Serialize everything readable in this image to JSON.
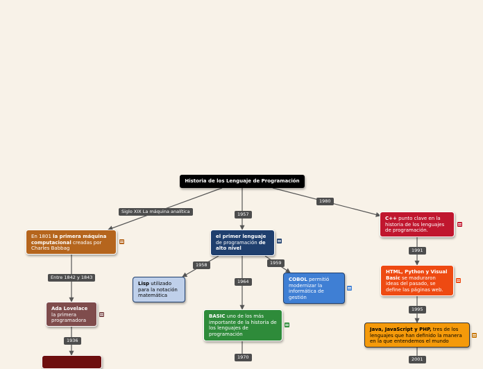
{
  "root": {
    "title": "Historia de los Lenguaje de Programación"
  },
  "labels": {
    "siglo": "Siglo XIX La máquina analítica",
    "y1957": "1957",
    "y1980": "1980",
    "y1842": "Entre 1842 y 1843",
    "y1936": "1936",
    "y1958": "1958",
    "y1964": "1964",
    "y1959": "1959",
    "y1970": "1970",
    "y1991": "1991",
    "y1995": "1995",
    "y2001": "2001"
  },
  "nodes": {
    "maquina": {
      "p1": "En 1801 ",
      "b1": "la primera máquina computacional",
      "p2": " creadas por Charles Babbag",
      "color": "#b5651d"
    },
    "lovelace": {
      "b1": "Ada Lovelace",
      "p1": "la primera programadora",
      "color": "#7f4c4c"
    },
    "alto": {
      "b1": "el primer lenguaje",
      "p1": " de programación ",
      "b2": "de alto nivel",
      "color": "#1f3f6e"
    },
    "lisp": {
      "b1": "Lisp",
      "p1": " utilizado para la notación matemática",
      "color": "#bfd0ea"
    },
    "basic": {
      "b1": "BASIC",
      "p1": " uno de los más importante de la historia de los lenguajes de programación",
      "color": "#2e8b3a"
    },
    "cobol": {
      "b1": "COBOL",
      "p1": " permitió modernizar la informática de gestión",
      "color": "#3f7fd4"
    },
    "cpp": {
      "b1": "C++",
      "p1": " punto clave en la historia de los lenguajes de programación.",
      "color": "#c0162e"
    },
    "html": {
      "b1": "HTML, Python y Visual Basic",
      "p1": " se maduraron ideas del pasado, se define las páginas web.",
      "color": "#ee4a12"
    },
    "java": {
      "b1": "Java, JavaScript y PHP,",
      "p1": "  tres de los lenguajes que han definido la manera en la que entendemos el mundo",
      "color": "#f59a0a"
    }
  },
  "colors": {
    "background": "#f8f2e8",
    "connector": "#555555",
    "label": "#4d4d4d"
  },
  "icons": [
    "notes-icon"
  ]
}
